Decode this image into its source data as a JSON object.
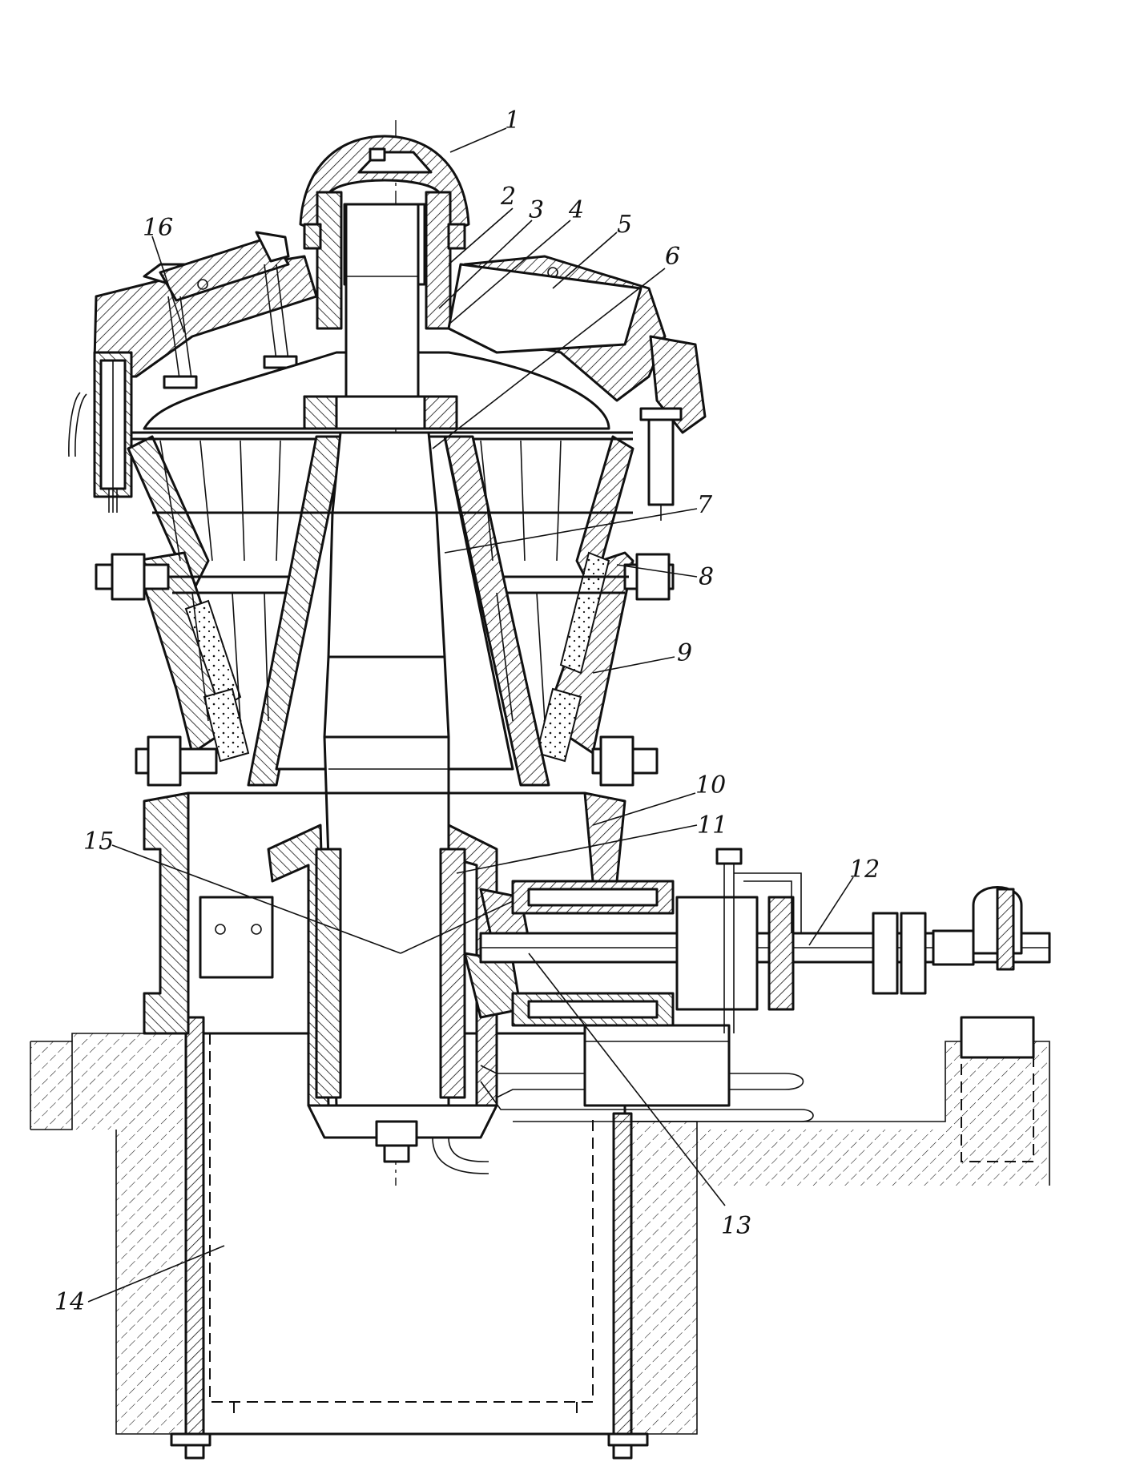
{
  "diagram": {
    "callouts": [
      "1",
      "2",
      "3",
      "4",
      "5",
      "6",
      "7",
      "8",
      "9",
      "10",
      "11",
      "12",
      "13",
      "14",
      "15",
      "16"
    ]
  },
  "colors": {
    "ink": "#111111",
    "paper": "#ffffff"
  }
}
